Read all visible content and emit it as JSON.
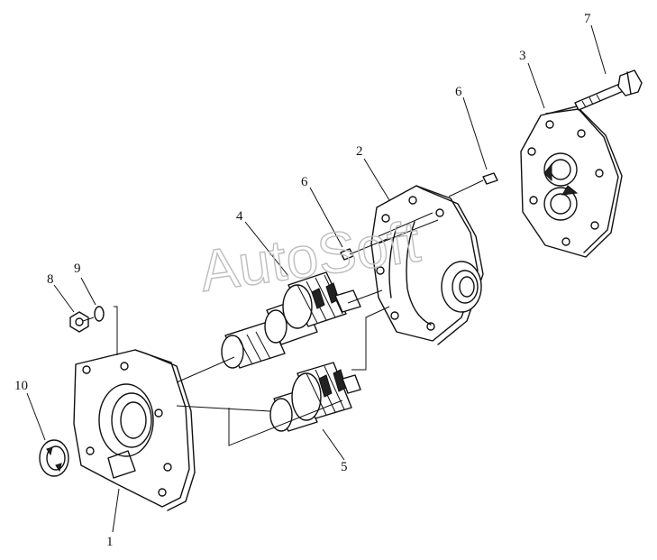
{
  "watermark": "AutoSoft",
  "callouts": {
    "c1": "1",
    "c2": "2",
    "c3": "3",
    "c4": "4",
    "c5": "5",
    "c6a": "6",
    "c6b": "6",
    "c7": "7",
    "c8": "8",
    "c9": "9",
    "c10": "10"
  }
}
